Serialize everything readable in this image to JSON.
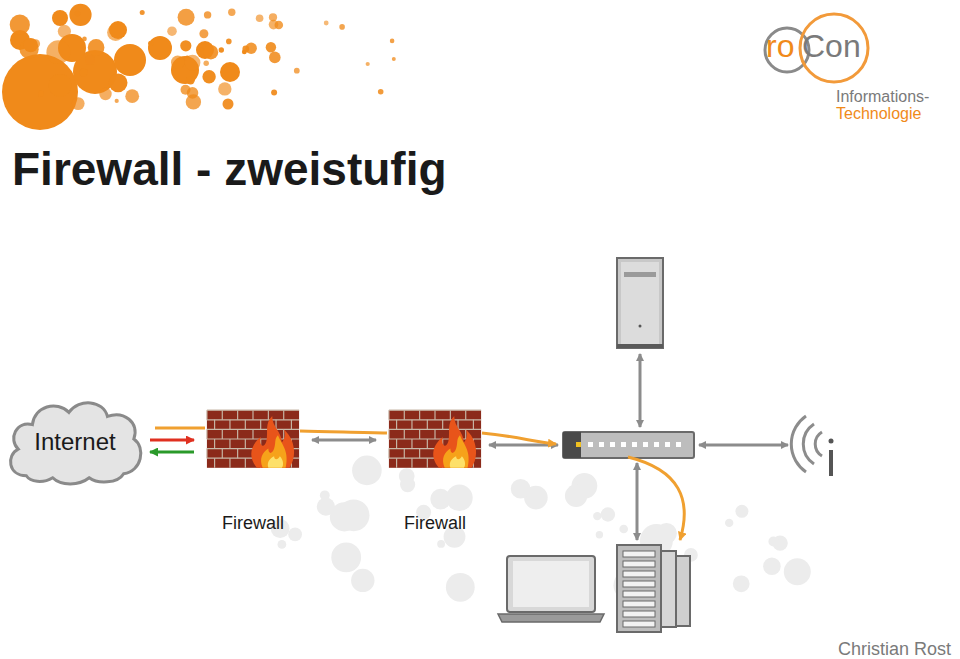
{
  "diagram": {
    "title": "Firewall - zweistufig",
    "nodes": [
      {
        "text": [
          "Internet"
        ]
      },
      {
        "text": [
          "Firewall"
        ]
      },
      {
        "text": [
          "Firewall"
        ]
      }
    ],
    "edges": [
      {
        "from": 0,
        "to": 1,
        "arrow": "both"
      },
      {
        "from": 1,
        "to": 2,
        "arrow": "both"
      }
    ],
    "labels": [
      "ro",
      "Con",
      "Informations-",
      "Technologie",
      "Christian Rost"
    ]
  }
}
